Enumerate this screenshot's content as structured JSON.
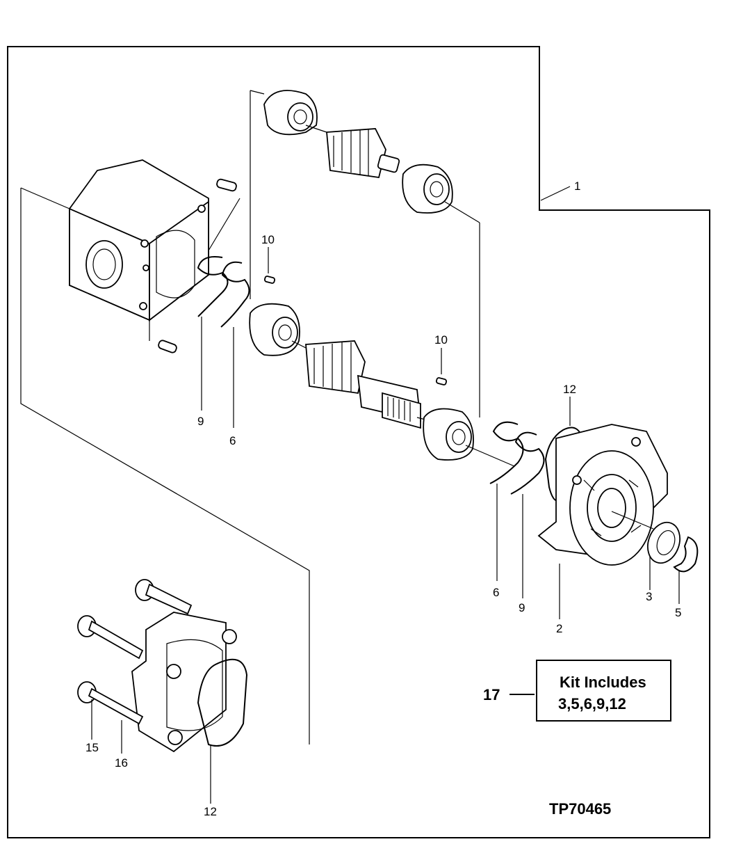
{
  "callouts": {
    "c1": "1",
    "c10a": "10",
    "c10b": "10",
    "c9a": "9",
    "c6a": "6",
    "c12a": "12",
    "c6b": "6",
    "c9b": "9",
    "c2": "2",
    "c3": "3",
    "c5": "5",
    "c15": "15",
    "c16": "16",
    "c12b": "12"
  },
  "kit": {
    "number": "17",
    "line1": "Kit Includes",
    "line2": "3,5,6,9,12"
  },
  "figure_id": "TP70465"
}
